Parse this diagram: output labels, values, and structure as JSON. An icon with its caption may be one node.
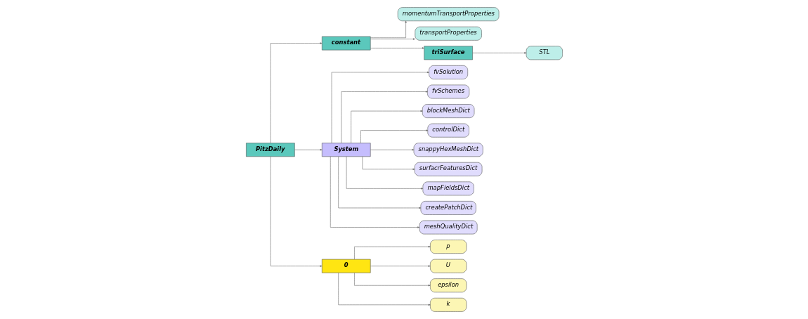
{
  "diagram": {
    "nodes": [
      {
        "text": [
          "PitzDaily"
        ]
      },
      {
        "text": [
          "constant"
        ]
      },
      {
        "text": [
          "momentumTransportProperties"
        ]
      },
      {
        "text": [
          "transportProperties"
        ]
      },
      {
        "text": [
          "triSurface"
        ]
      },
      {
        "text": [
          "STL"
        ]
      },
      {
        "text": [
          "System"
        ]
      },
      {
        "text": [
          "fvSolution"
        ]
      },
      {
        "text": [
          "fvSchemes"
        ]
      },
      {
        "text": [
          "blockMeshDict"
        ]
      },
      {
        "text": [
          "controlDict"
        ]
      },
      {
        "text": [
          "snappyHexMeshDict"
        ]
      },
      {
        "text": [
          "surfacrFeaturesDict"
        ]
      },
      {
        "text": [
          "mapFieldsDict"
        ]
      },
      {
        "text": [
          "createPatchDict"
        ]
      },
      {
        "text": [
          "meshQualityDict"
        ]
      },
      {
        "text": [
          "0"
        ]
      },
      {
        "text": [
          "p"
        ]
      },
      {
        "text": [
          "U"
        ]
      },
      {
        "text": [
          "epsilon"
        ]
      },
      {
        "text": [
          "k"
        ]
      }
    ],
    "edges": [
      {
        "from": 0,
        "to": 1,
        "arrow": "to"
      },
      {
        "from": 0,
        "to": 6,
        "arrow": "to"
      },
      {
        "from": 0,
        "to": 16,
        "arrow": "to"
      },
      {
        "from": 1,
        "to": 2,
        "arrow": "to"
      },
      {
        "from": 1,
        "to": 3,
        "arrow": "to"
      },
      {
        "from": 1,
        "to": 4,
        "arrow": "to"
      },
      {
        "from": 4,
        "to": 5,
        "arrow": "to"
      },
      {
        "from": 6,
        "to": 7,
        "arrow": "to"
      },
      {
        "from": 6,
        "to": 8,
        "arrow": "to"
      },
      {
        "from": 6,
        "to": 9,
        "arrow": "to"
      },
      {
        "from": 6,
        "to": 10,
        "arrow": "to"
      },
      {
        "from": 6,
        "to": 11,
        "arrow": "to"
      },
      {
        "from": 6,
        "to": 12,
        "arrow": "to"
      },
      {
        "from": 6,
        "to": 13,
        "arrow": "to"
      },
      {
        "from": 6,
        "to": 14,
        "arrow": "to"
      },
      {
        "from": 6,
        "to": 15,
        "arrow": "to"
      },
      {
        "from": 16,
        "to": 17,
        "arrow": "to"
      },
      {
        "from": 16,
        "to": 18,
        "arrow": "to"
      },
      {
        "from": 16,
        "to": 19,
        "arrow": "to"
      },
      {
        "from": 16,
        "to": 20,
        "arrow": "to"
      }
    ]
  }
}
